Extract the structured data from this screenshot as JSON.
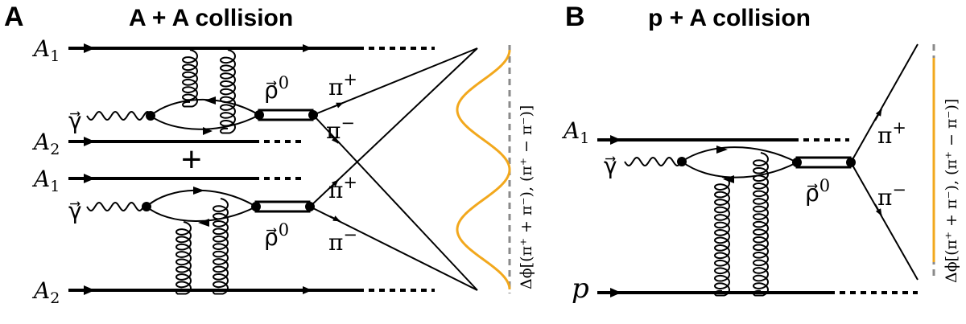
{
  "panel_a": {
    "letter": "A",
    "title": "A + A collision",
    "beam_top": {
      "name": "A",
      "sub": "1"
    },
    "beam_mid1": {
      "name": "A",
      "sub": "2"
    },
    "beam_mid2": {
      "name": "A",
      "sub": "1"
    },
    "beam_bottom": {
      "name": "A",
      "sub": "2"
    },
    "plus": "+",
    "photon": "γ⃗",
    "rho": {
      "base": "ρ⃗",
      "sup": "0"
    },
    "pi_plus": {
      "base": "π",
      "sup": "+"
    },
    "pi_minus": {
      "base": "π",
      "sup": "−"
    },
    "axis_label": "Δϕ[(π⁺ + π⁻), (π⁺ − π⁻)]"
  },
  "panel_b": {
    "letter": "B",
    "title": "p + A collision",
    "beam_top": {
      "name": "A",
      "sub": "1"
    },
    "beam_bottom": {
      "name": "p"
    },
    "photon": "γ⃗",
    "rho": {
      "base": "ρ⃗",
      "sup": "0"
    },
    "pi_plus": {
      "base": "π",
      "sup": "+"
    },
    "pi_minus": {
      "base": "π",
      "sup": "−"
    },
    "axis_label": "Δϕ[(π⁺ + π⁻), (π⁺ − π⁻)]"
  },
  "colors": {
    "curve": "#f2a81d",
    "dash_axis": "#8a8a8a",
    "ink": "#000000"
  }
}
